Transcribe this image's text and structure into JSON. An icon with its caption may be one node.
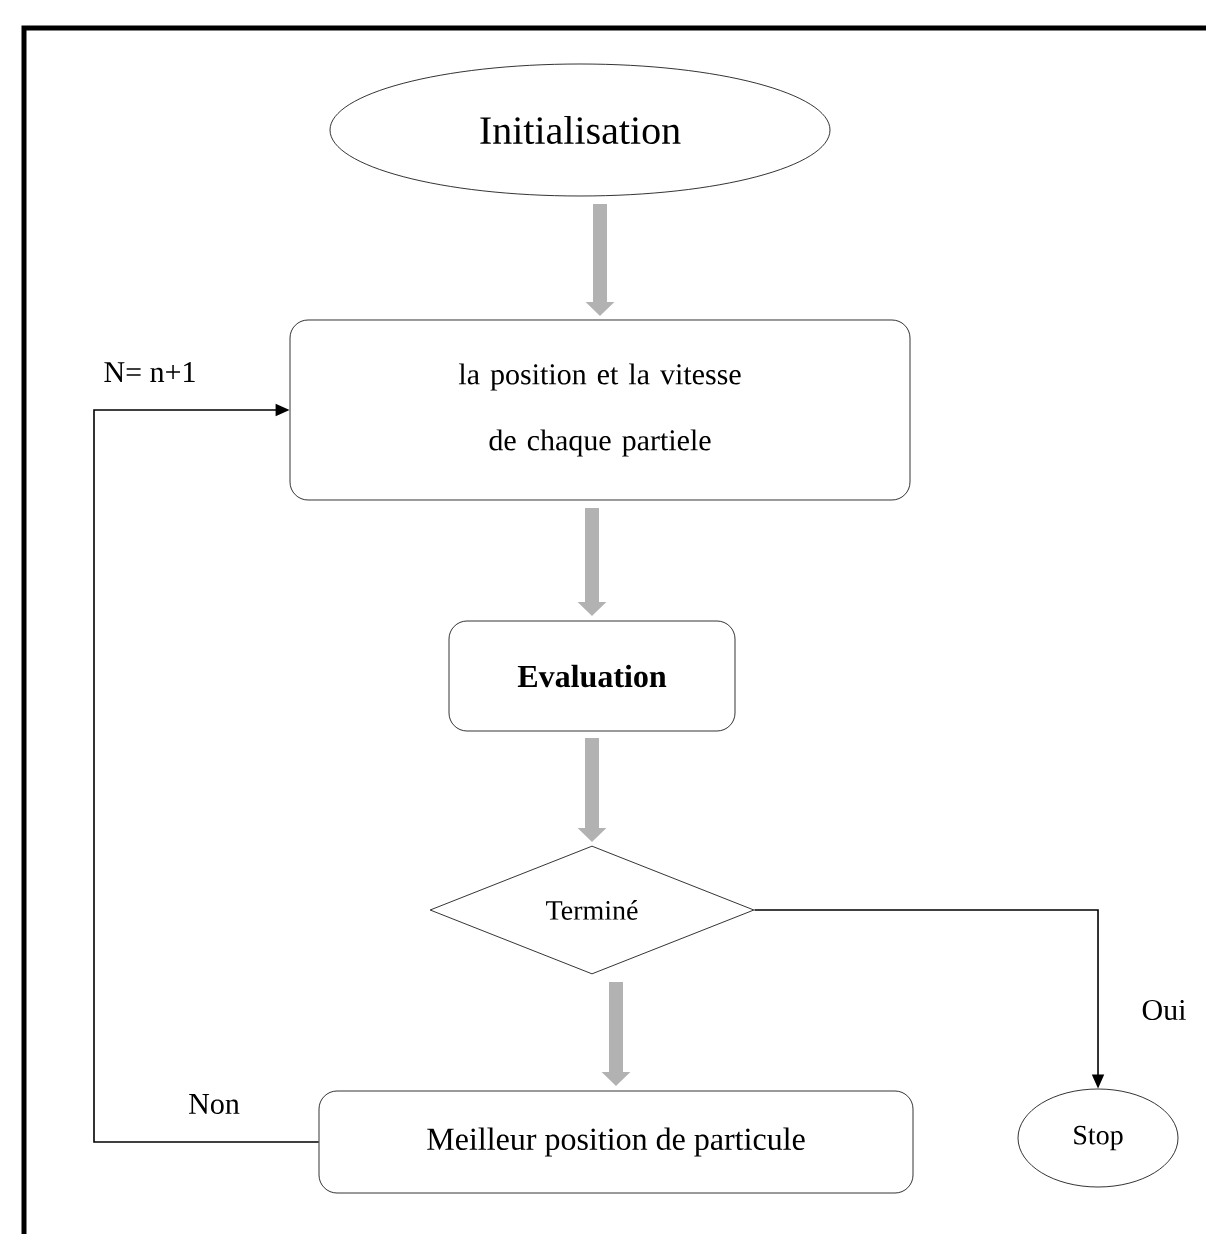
{
  "diagram": {
    "nodes": [
      {
        "text": [
          "Initialisation"
        ]
      },
      {
        "text": [
          "la position et la vitesse de chaque partiele"
        ]
      },
      {
        "text": [
          "Evaluation"
        ]
      },
      {
        "text": [
          "Terminé"
        ]
      },
      {
        "text": [
          "Meilleur position de particule"
        ]
      },
      {
        "text": [
          "Stop"
        ]
      }
    ],
    "edges": [
      {
        "from": 0,
        "to": 1,
        "arrow": "to"
      },
      {
        "from": 1,
        "to": 2,
        "arrow": "to"
      },
      {
        "from": 2,
        "to": 3,
        "arrow": "to"
      },
      {
        "from": 3,
        "to": 4,
        "arrow": "to"
      },
      {
        "from": 3,
        "to": 5,
        "arrow": "to",
        "label": "Oui",
        "color": "#000000"
      },
      {
        "from": 4,
        "to": 1,
        "arrow": "to",
        "label": "Non",
        "color": "#000000"
      }
    ],
    "labels": [
      "N= n+1"
    ]
  }
}
